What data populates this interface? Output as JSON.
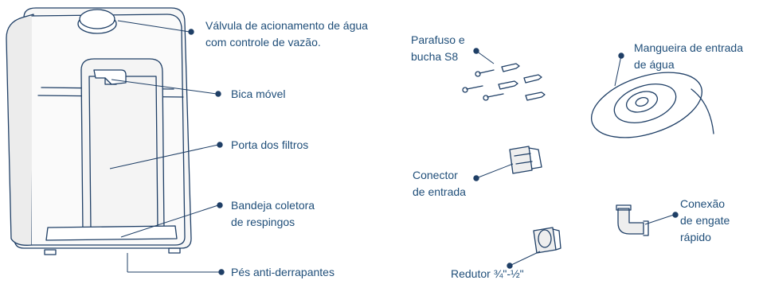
{
  "labels": {
    "valve": [
      "Válvula de acionamento de água",
      "com controle de vazão."
    ],
    "spout": [
      "Bica móvel"
    ],
    "filter_door": [
      "Porta dos filtros"
    ],
    "drip_tray": [
      "Bandeja coletora",
      "de respingos"
    ],
    "feet": [
      "Pés anti-derrapantes"
    ],
    "screws": [
      "Parafuso e",
      "bucha S8"
    ],
    "hose": [
      "Mangueira de entrada",
      "de água"
    ],
    "connector": [
      "Conector",
      "de entrada"
    ],
    "quick": [
      "Conexão",
      "de engate",
      "rápido"
    ],
    "reducer": [
      "Redutor ¾\"-½\""
    ]
  },
  "colors": {
    "line": "#1f3f66",
    "label": "#1f4e79",
    "dot": "#1f3f66"
  }
}
